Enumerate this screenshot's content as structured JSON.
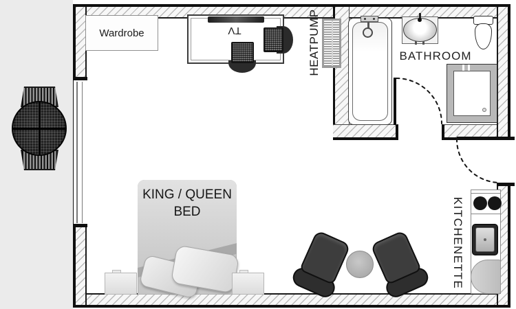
{
  "labels": {
    "wardrobe": "Wardrobe",
    "tv": "TV",
    "heatpump": "HEATPUMP",
    "bathroom": "BATHROOM",
    "bed_line1": "KING / QUEEN",
    "bed_line2": "BED",
    "kitchenette": "KITCHENETTE"
  },
  "colors": {
    "floor": "#ffffff",
    "patio_background": "#ebebeb",
    "wall_outline": "#0f0f0f",
    "wall_fill": "#f7f7f7",
    "wall_hatch_line": "#919191",
    "label_text": "#1a1a1a",
    "dark_furniture": "#2e2e2e",
    "bed_gray": "#c6c6c6",
    "shower_frame": "#b8b8b8"
  },
  "icons": {
    "bed": "double-bed plan symbol",
    "bathtub": "bathtub plan symbol",
    "sink": "oval wash basin",
    "toilet": "toilet with tank",
    "shower": "square shower cabin",
    "stove": "two-burner cooktop",
    "kitchen_sink": "single-bowl sink",
    "heat_pump": "wall heat-pump grille",
    "tv": "flat tv on desk",
    "window": "double-line window",
    "door": "dashed door swing arc",
    "patio_set": "round table with two slat chairs"
  }
}
